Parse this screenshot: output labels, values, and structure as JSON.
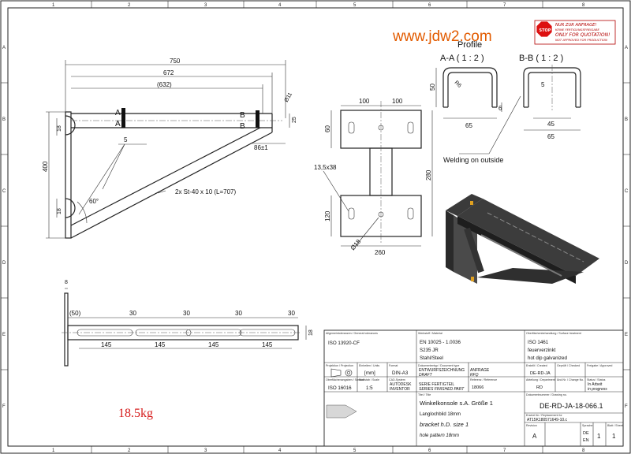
{
  "watermark": "www.jdw2.com",
  "weight": "18.5kg",
  "frame": {
    "columns": [
      "1",
      "2",
      "3",
      "4",
      "5",
      "6",
      "7",
      "8"
    ],
    "rows": [
      "A",
      "B",
      "C",
      "D",
      "E",
      "F"
    ]
  },
  "stamp": {
    "icon": "stop-sign-icon",
    "icon_text": "STOP",
    "line1": "NUR ZUR ANFRAGE!",
    "line2": "KEINE FERTIGUNGSFREIGABE",
    "line3": "ONLY FOR QUOTATION!",
    "line4": "NOT APPROVED FOR PRODUCTION"
  },
  "side_view": {
    "dims": [
      "750",
      "672",
      "(632)",
      "400",
      "18",
      "18",
      "86±1",
      "Ø11",
      "25",
      "5",
      "60°"
    ],
    "section_marks": [
      "A",
      "A",
      "B",
      "B"
    ],
    "strut_note": "2x St-40 x 10 (L=707)"
  },
  "plate_view": {
    "dims": [
      "100",
      "100",
      "60",
      "280",
      "120",
      "260",
      "13,5x38",
      "Ø18"
    ]
  },
  "profile": {
    "title": "Profile",
    "section_a": "A-A ( 1 : 2 )",
    "section_b": "B-B ( 1 : 2 )",
    "dims_a": [
      "50",
      "R6",
      "6",
      "65"
    ],
    "dims_b": [
      "5",
      "45",
      "65"
    ],
    "weld_note": "Welding on outside"
  },
  "rail_view": {
    "dims": [
      "8",
      "(50)",
      "30",
      "30",
      "30",
      "30",
      "145",
      "145",
      "145",
      "145",
      "18"
    ]
  },
  "title_block": {
    "general_tol_h": "Allgemeintoleranzen / General tolerances",
    "general_tol": "ISO 13920-CF",
    "material_h": "Werkstoff / Material",
    "material_1": "EN 10025 - 1.0036",
    "material_2": "S235 JR",
    "material_3": "Stahl/Steel",
    "surface_h": "Oberflächenbehandlung / Surface treatment",
    "surface_1": "ISO 1461",
    "surface_2": "feuerverzinkt",
    "surface_3": "hot dip galvanized",
    "projection_h": "Projektion / Projection",
    "unit_h": "Einheiten / Units",
    "unit": "[mm]",
    "format_h": "Format",
    "format": "DIN-A3",
    "doctype_h": "Dokumententyp / Document type",
    "doctype_1": "ENTWURFSZEICHNUNG",
    "doctype_2": "DRAFT",
    "docstatus_1": "ANFRAGE",
    "docstatus_2": "RFQ",
    "created_h": "Erstellt / Created",
    "created": "DE-RD-JA",
    "approved_h": "Geprüft / Checked",
    "released_h": "Freigabe / Approved",
    "surface_std_h": "Oberflächenangaben / Surface",
    "surface_std": "ISO 16016",
    "scale_h": "Maßstab / Scale",
    "scale": "1:5",
    "cad_h": "CAD-System",
    "cad_1": "AUTODESK",
    "cad_2": "INVENTOR",
    "series_1": "SERIE FERTIGTEIL",
    "series_2": "SERIES FINISHED PART",
    "reference_h": "Referenz / Reference",
    "reference": "18066",
    "dept_h": "Abteilung / Department",
    "dept": "RD",
    "change_h": "Änd.Nr. / Change No.",
    "status_h": "Status / Status",
    "status_1": "In Arbeit",
    "status_2": "in progress",
    "title_h": "Titel / Title",
    "title_1": "Winkelkonsole s.A. Größe 1",
    "title_2": "Langlochbild 18mm",
    "title_3": "bracket h.D. size 1",
    "title_4": "hole pattern 18mm",
    "docno_h": "Dokumentnummer / Drawing no.",
    "docno": "DE-RD-JA-18-066.1",
    "replaced_h": "Ersetzt für / Replacement for",
    "replaced": "AT15K180571649-10.c",
    "revision_h": "Revision",
    "revision": "A",
    "lang_h": "Sprache",
    "lang_1": "DE",
    "lang_2": "EN",
    "sheet_h": "Blatt / Sheet",
    "sheet_1": "1",
    "sheet_2": "1"
  }
}
